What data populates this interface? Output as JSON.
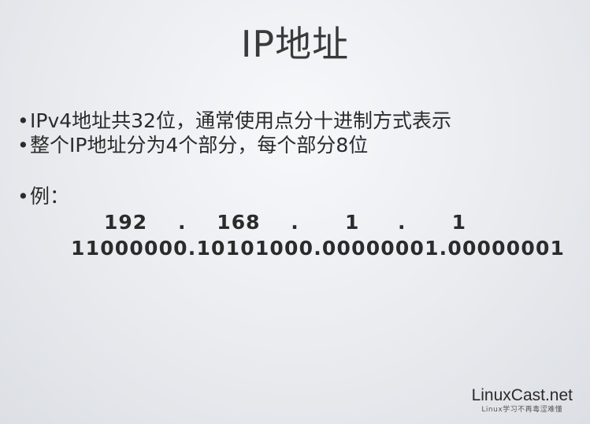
{
  "title": "IP地址",
  "bullets": [
    "IPv4地址共32位，通常使用点分十进制方式表示",
    "整个IP地址分为4个部分，每个部分8位"
  ],
  "bullet_symbol": "•",
  "example_label": "例：",
  "ip_dotted": "192    .    168    .      1     .      1",
  "ip_binary": "11000000.10101000.00000001.00000001",
  "logo": {
    "name": "LinuxCast.net",
    "tagline": "Linux学习不再毒涩难懂"
  }
}
